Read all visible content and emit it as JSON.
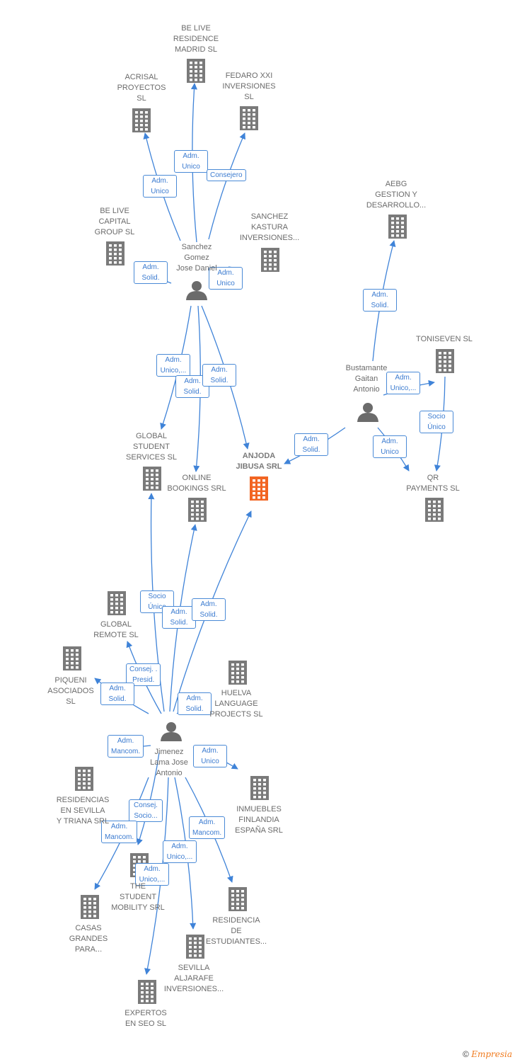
{
  "nodes": {
    "anjoda": {
      "label": "ANJODA\nJIBUSA SRL",
      "type": "company",
      "focus": true
    },
    "belive_madrid": {
      "label": "BE LIVE\nRESIDENCE\nMADRID  SL",
      "type": "company"
    },
    "acrisal": {
      "label": "ACRISAL\nPROYECTOS\nSL",
      "type": "company"
    },
    "fedaro": {
      "label": "FEDARO XXI\nINVERSIONES\nSL",
      "type": "company"
    },
    "belive_capital": {
      "label": "BE LIVE\nCAPITAL\nGROUP  SL",
      "type": "company"
    },
    "sanchez_kastura": {
      "label": "SANCHEZ\nKASTURA\nINVERSIONES...",
      "type": "company"
    },
    "sanchez_person": {
      "label": "Sanchez\nGomez\nJose Daniel",
      "type": "person"
    },
    "aebg": {
      "label": "AEBG\nGESTION Y\nDESARROLLO...",
      "type": "company"
    },
    "toniseven": {
      "label": "TONISEVEN  SL",
      "type": "company"
    },
    "bustamante": {
      "label": "Bustamante\nGaitan\nAntonio",
      "type": "person"
    },
    "qr": {
      "label": "QR\nPAYMENTS  SL",
      "type": "company"
    },
    "global_student": {
      "label": "GLOBAL\nSTUDENT\nSERVICES SL",
      "type": "company"
    },
    "online_bookings": {
      "label": "ONLINE\nBOOKINGS SRL",
      "type": "company"
    },
    "global_remote": {
      "label": "GLOBAL\nREMOTE  SL",
      "type": "company"
    },
    "piqueni": {
      "label": "PIQUENI\nASOCIADOS\nSL",
      "type": "company"
    },
    "huelva": {
      "label": "HUELVA\nLANGUAGE\nPROJECTS  SL",
      "type": "company"
    },
    "jimenez": {
      "label": "Jimenez\nLama Jose\nAntonio",
      "type": "person"
    },
    "residencias_sevilla": {
      "label": "RESIDENCIAS\nEN SEVILLA\nY TRIANA SRL",
      "type": "company"
    },
    "inmuebles": {
      "label": "INMUEBLES\nFINLANDIA\nESPAÑA SRL",
      "type": "company"
    },
    "student_mobility": {
      "label": "THE\nSTUDENT\nMOBILITY SRL",
      "type": "company"
    },
    "casas": {
      "label": "CASAS\nGRANDES\nPARA...",
      "type": "company"
    },
    "residencia_est": {
      "label": "RESIDENCIA\nDE\nESTUDIANTES...",
      "type": "company"
    },
    "sevilla_aljarafe": {
      "label": "SEVILLA\nALJARAFE\nINVERSIONES...",
      "type": "company"
    },
    "expertos": {
      "label": "EXPERTOS\nEN SEO  SL",
      "type": "company"
    }
  },
  "edges": [
    {
      "from": "sanchez_person",
      "to": "belive_madrid",
      "label": "Adm.\nUnico"
    },
    {
      "from": "sanchez_person",
      "to": "acrisal",
      "label": "Adm.\nUnico"
    },
    {
      "from": "sanchez_person",
      "to": "fedaro",
      "label": "Consejero"
    },
    {
      "from": "sanchez_person",
      "to": "belive_capital",
      "label": "Adm.\nSolid."
    },
    {
      "from": "sanchez_person",
      "to": "sanchez_kastura",
      "label": "Adm.\nUnico"
    },
    {
      "from": "sanchez_person",
      "to": "global_student",
      "label": "Adm.\nUnico,..."
    },
    {
      "from": "sanchez_person",
      "to": "online_bookings",
      "label": "Adm.\nSolid."
    },
    {
      "from": "sanchez_person",
      "to": "anjoda",
      "label": "Adm.\nSolid."
    },
    {
      "from": "bustamante",
      "to": "aebg",
      "label": "Adm.\nSolid."
    },
    {
      "from": "bustamante",
      "to": "toniseven",
      "label": "Adm.\nUnico,..."
    },
    {
      "from": "bustamante",
      "to": "anjoda",
      "label": "Adm.\nSolid."
    },
    {
      "from": "bustamante",
      "to": "qr",
      "label": "Adm.\nUnico"
    },
    {
      "from": "toniseven",
      "to": "qr",
      "label": "Socio\nÚnico"
    },
    {
      "from": "jimenez",
      "to": "global_student",
      "label": "Socio\nÚnico"
    },
    {
      "from": "jimenez",
      "to": "online_bookings",
      "label": "Adm.\nSolid."
    },
    {
      "from": "jimenez",
      "to": "anjoda",
      "label": "Adm.\nSolid."
    },
    {
      "from": "jimenez",
      "to": "global_remote",
      "label": "Consej. .\nPresid."
    },
    {
      "from": "jimenez",
      "to": "piqueni",
      "label": "Adm.\nSolid."
    },
    {
      "from": "jimenez",
      "to": "huelva",
      "label": "Adm.\nSolid."
    },
    {
      "from": "jimenez",
      "to": "residencias_sevilla",
      "label": "Adm.\nMancom."
    },
    {
      "from": "jimenez",
      "to": "inmuebles",
      "label": "Adm.\nUnico"
    },
    {
      "from": "jimenez",
      "to": "student_mobility",
      "label": "Consej.\nSocio..."
    },
    {
      "from": "jimenez",
      "to": "casas",
      "label": "Adm.\nMancom."
    },
    {
      "from": "jimenez",
      "to": "residencia_est",
      "label": "Adm.\nMancom."
    },
    {
      "from": "jimenez",
      "to": "sevilla_aljarafe",
      "label": "Adm.\nUnico,..."
    },
    {
      "from": "jimenez",
      "to": "expertos",
      "label": "Adm.\nUnico,..."
    }
  ],
  "colors": {
    "edge": "#3f83d8",
    "company": "#7a7a7a",
    "focus": "#f26522",
    "person": "#6b6b6b",
    "label_text": "#6b6b6b"
  },
  "footer": {
    "copyright": "©",
    "brand": "Empresia"
  }
}
